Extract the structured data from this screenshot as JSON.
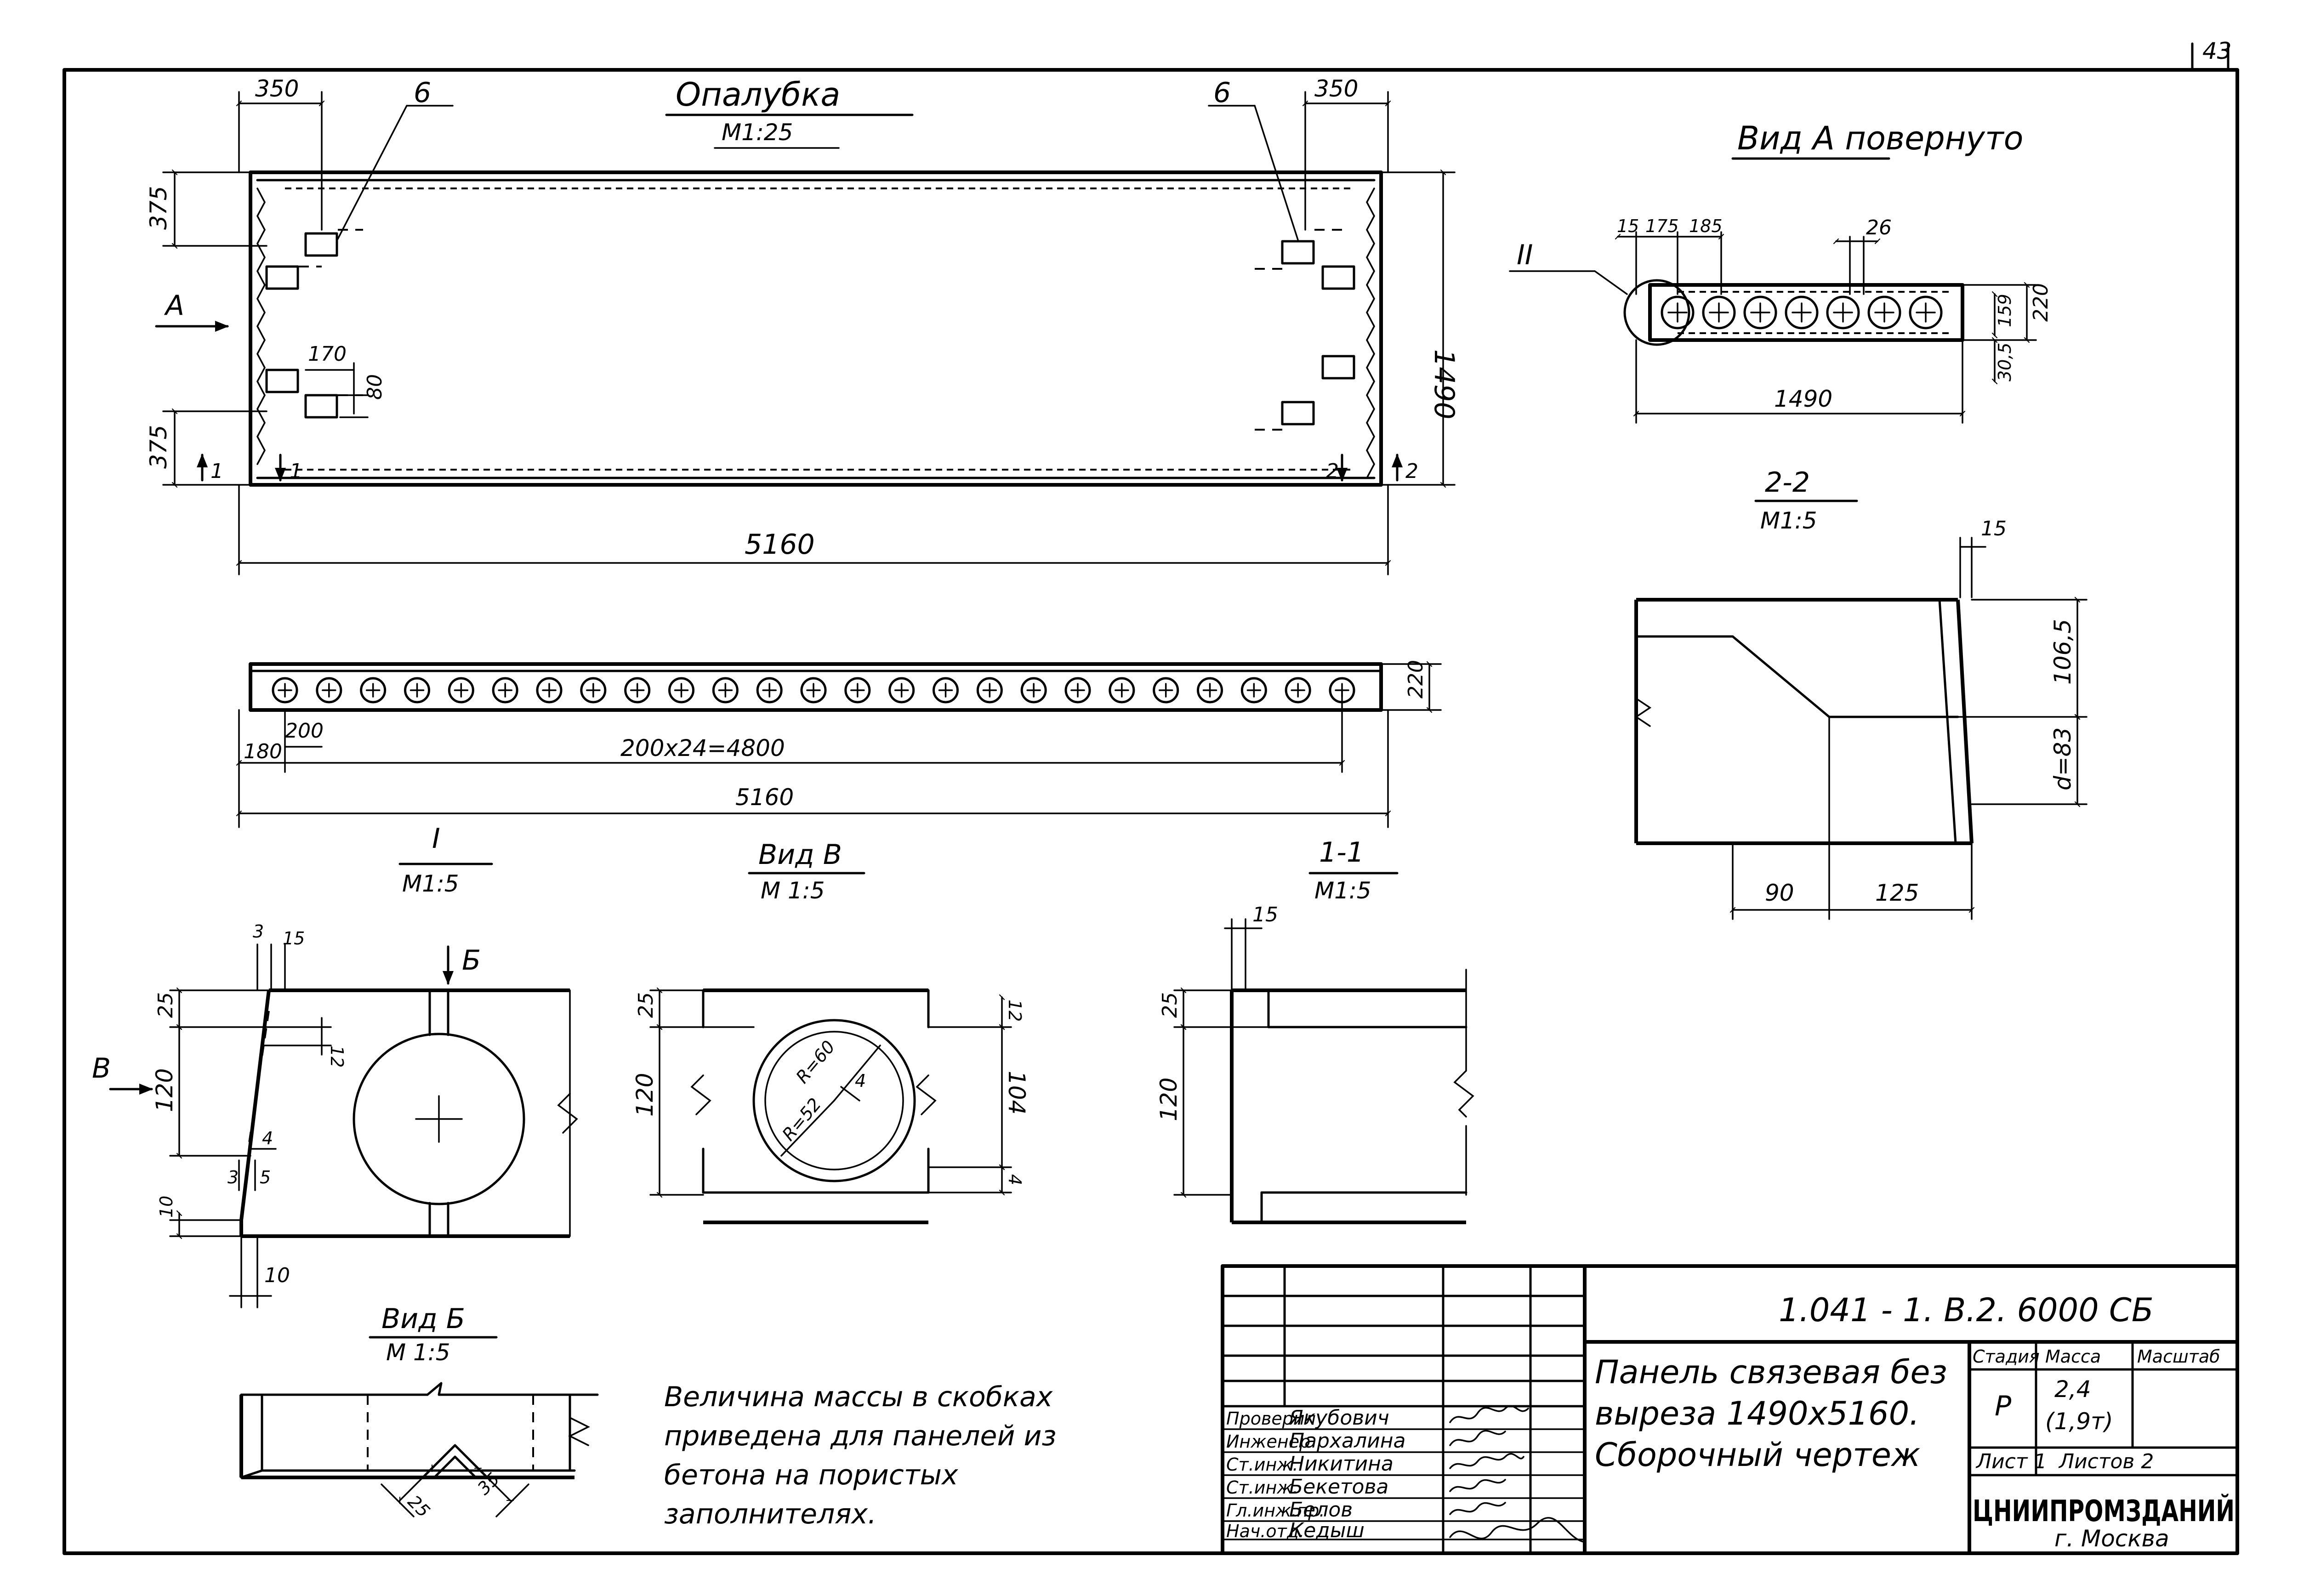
{
  "sheet": {
    "page_number": "43"
  },
  "formwork": {
    "title": "Опалубка",
    "scale": "М1:25",
    "dims": {
      "left_top": "350",
      "right_top": "350",
      "left_upper": "375",
      "left_lower": "375",
      "height": "1490",
      "length": "5160",
      "insert_w": "170",
      "insert_h": "80"
    },
    "callouts": {
      "item_left": "6",
      "item_right": "6",
      "view_a": "А",
      "sec1_left": "1",
      "sec1_right": "1",
      "sec2_left": "2",
      "sec2_right": "2"
    }
  },
  "elevation": {
    "height": "220",
    "edge": "180",
    "step": "200",
    "spacing": "200х24=4800",
    "length": "5160",
    "hole_count": 25
  },
  "view_a": {
    "title": "Вид А повернуто",
    "callout": "II",
    "dims": {
      "d1": "15",
      "d2": "175",
      "d3": "185",
      "d4": "26",
      "height": "220",
      "top": "159",
      "bottom": "30,5",
      "length": "1490"
    },
    "hole_count": 7
  },
  "section_2_2": {
    "title": "2-2",
    "scale": "М1:5",
    "dims": {
      "top": "15",
      "upper": "106,5",
      "lower": "d=83",
      "base1": "90",
      "base2": "125"
    }
  },
  "detail_1": {
    "title": "I",
    "scale": "М1:5",
    "dims": {
      "t1": "3",
      "t2": "15",
      "h1": "25",
      "h2": "120",
      "s1": "12",
      "s2": "4",
      "b1": "3",
      "b2": "5",
      "b3": "10",
      "b4": "10"
    },
    "callouts": {
      "arrow_b": "Б",
      "arrow_v": "В"
    }
  },
  "view_v": {
    "title": "Вид В",
    "scale": "М 1:5",
    "dims": {
      "h1": "25",
      "h2": "120",
      "r1": "12",
      "r2": "104",
      "r3": "4",
      "rad1": "R=60",
      "rad2": "R=52",
      "rad3": "4"
    }
  },
  "section_1_1": {
    "title": "1-1",
    "scale": "М1:5",
    "dims": {
      "top": "15",
      "h1": "25",
      "h2": "120"
    }
  },
  "view_b": {
    "title": "Вид Б",
    "scale": "М 1:5",
    "dims": {
      "d1": "25",
      "d2": "35"
    }
  },
  "note": {
    "lines": [
      "Величина массы в скобках",
      "приведена для панелей из",
      "бетона  на  пористых",
      "заполнителях."
    ]
  },
  "title_block": {
    "code": "1.041 - 1. В.2.   6000 СБ",
    "title_lines": [
      "Панель связевая без",
      "выреза 1490х5160.",
      "Сборочный чертеж"
    ],
    "stage_label": "Стадия",
    "stage": "Р",
    "mass_label": "Масса",
    "mass": "2,4",
    "mass_alt": "(1,9т)",
    "scale_label": "Масштаб",
    "sheet": "Лист 1",
    "sheets": "Листов 2",
    "organization": "ЦНИИПРОМЗДАНИЙ",
    "city": "г. Москва",
    "signers": [
      {
        "role": "Проверил",
        "name": "Якубович"
      },
      {
        "role": "Инженер",
        "name": "Пархалина"
      },
      {
        "role": "Ст.инж.",
        "name": "Никитина"
      },
      {
        "role": "Ст.инж.",
        "name": "Бекетова"
      },
      {
        "role": "Гл.инж.пр.",
        "name": "Белов"
      },
      {
        "role": "Нач.отд.",
        "name": "Кедыш"
      }
    ]
  }
}
